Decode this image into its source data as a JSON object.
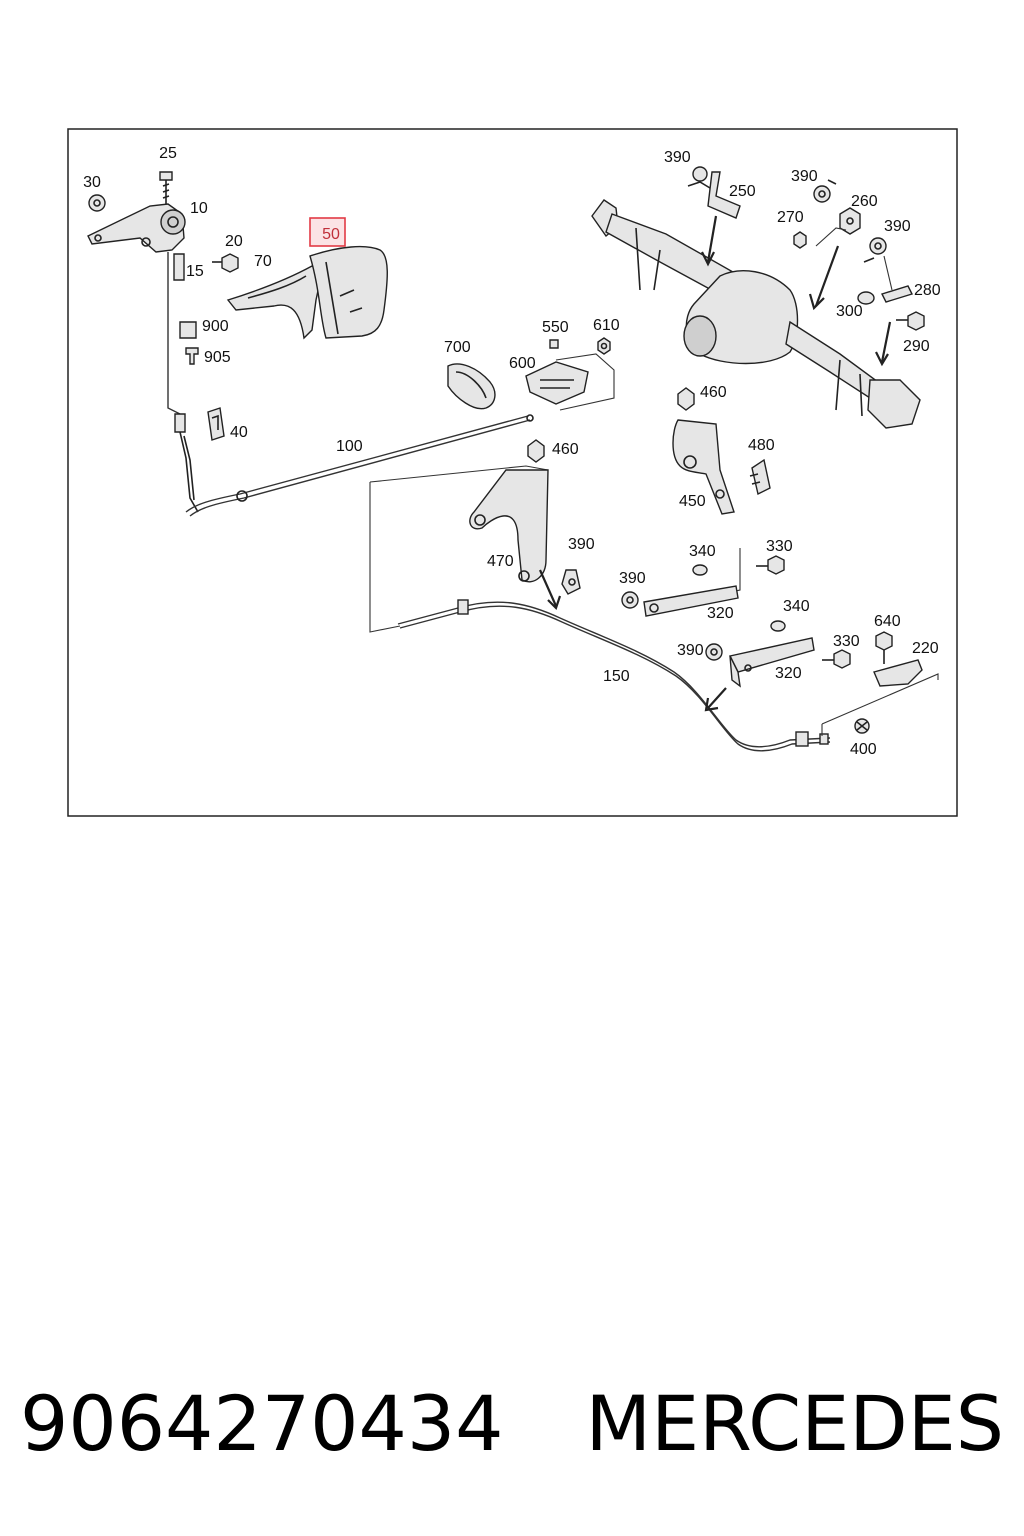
{
  "diagram": {
    "highlight_color": "#e23a45",
    "callouts": [
      {
        "id": "c25",
        "text": "25"
      },
      {
        "id": "c30",
        "text": "30"
      },
      {
        "id": "c10",
        "text": "10"
      },
      {
        "id": "c20",
        "text": "20"
      },
      {
        "id": "c15",
        "text": "15"
      },
      {
        "id": "c70",
        "text": "70"
      },
      {
        "id": "c50",
        "text": "50",
        "highlighted": true
      },
      {
        "id": "c900",
        "text": "900"
      },
      {
        "id": "c905",
        "text": "905"
      },
      {
        "id": "c40",
        "text": "40"
      },
      {
        "id": "c100",
        "text": "100"
      },
      {
        "id": "c700",
        "text": "700"
      },
      {
        "id": "c550",
        "text": "550"
      },
      {
        "id": "c610",
        "text": "610"
      },
      {
        "id": "c600",
        "text": "600"
      },
      {
        "id": "c460a",
        "text": "460"
      },
      {
        "id": "c460b",
        "text": "460"
      },
      {
        "id": "c480",
        "text": "480"
      },
      {
        "id": "c450",
        "text": "450"
      },
      {
        "id": "c470",
        "text": "470"
      },
      {
        "id": "c390a",
        "text": "390"
      },
      {
        "id": "c390b",
        "text": "390"
      },
      {
        "id": "c390c",
        "text": "390"
      },
      {
        "id": "c390d",
        "text": "390"
      },
      {
        "id": "c390e",
        "text": "390"
      },
      {
        "id": "c390f",
        "text": "390"
      },
      {
        "id": "c340a",
        "text": "340"
      },
      {
        "id": "c330a",
        "text": "330"
      },
      {
        "id": "c320a",
        "text": "320"
      },
      {
        "id": "c340b",
        "text": "340"
      },
      {
        "id": "c330b",
        "text": "330"
      },
      {
        "id": "c320b",
        "text": "320"
      },
      {
        "id": "c640",
        "text": "640"
      },
      {
        "id": "c220",
        "text": "220"
      },
      {
        "id": "c150",
        "text": "150"
      },
      {
        "id": "c400",
        "text": "400"
      },
      {
        "id": "c250",
        "text": "250"
      },
      {
        "id": "c270",
        "text": "270"
      },
      {
        "id": "c260",
        "text": "260"
      },
      {
        "id": "c280",
        "text": "280"
      },
      {
        "id": "c300",
        "text": "300"
      },
      {
        "id": "c290",
        "text": "290"
      }
    ]
  },
  "footer": {
    "part_number": "9064270434",
    "brand": "MERCEDES"
  }
}
